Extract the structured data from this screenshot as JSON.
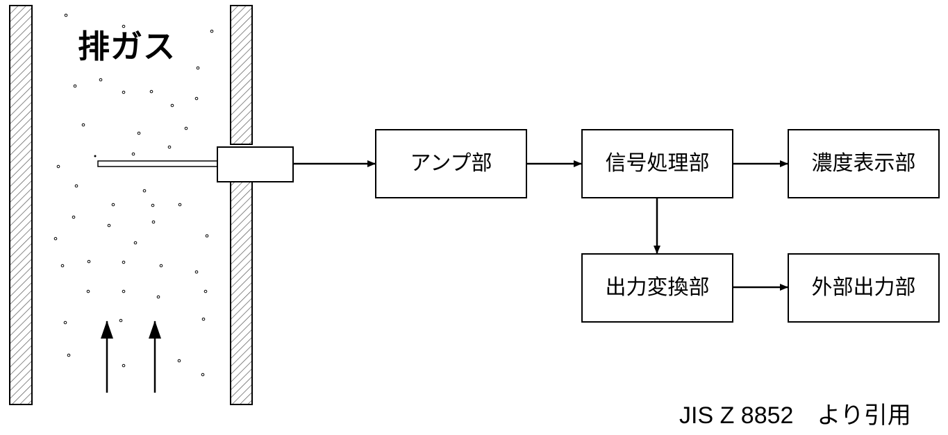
{
  "diagram": {
    "gas_label": "排ガス",
    "blocks": {
      "amp": "アンプ部",
      "signal": "信号処理部",
      "display": "濃度表示部",
      "output_convert": "出力変換部",
      "external_output": "外部出力部"
    },
    "credit": "JIS Z 8852　より引用"
  }
}
